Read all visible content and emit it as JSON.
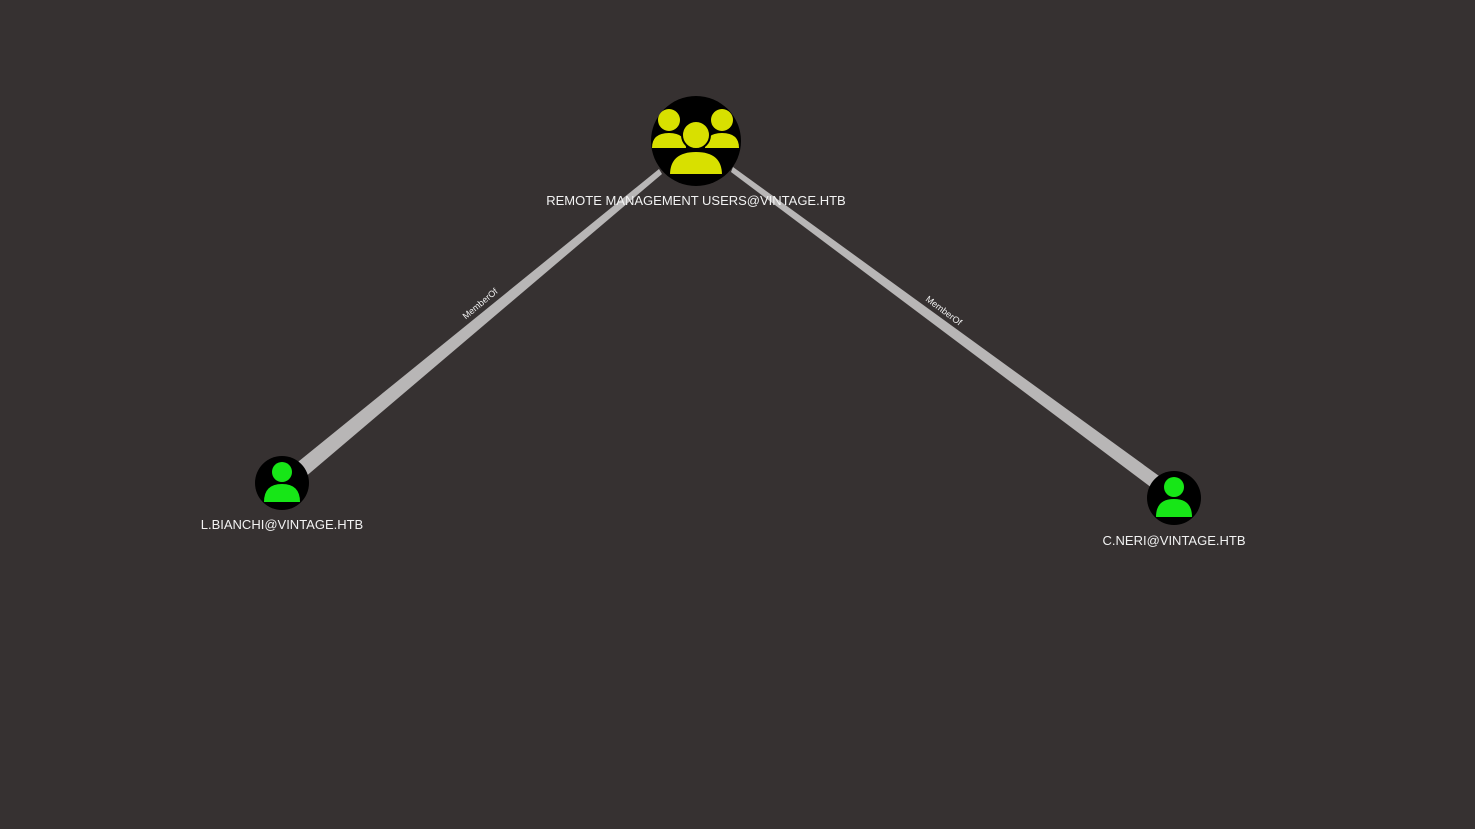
{
  "graph": {
    "nodes": [
      {
        "id": "group",
        "label": "REMOTE MANAGEMENT USERS@VINTAGE.HTB",
        "type": "group",
        "icon": "group-icon",
        "icon_color": "#d8e000"
      },
      {
        "id": "bianchi",
        "label": "L.BIANCHI@VINTAGE.HTB",
        "type": "user",
        "icon": "user-icon",
        "icon_color": "#17e617"
      },
      {
        "id": "neri",
        "label": "C.NERI@VINTAGE.HTB",
        "type": "user",
        "icon": "user-icon",
        "icon_color": "#17e617"
      }
    ],
    "edges": [
      {
        "from": "bianchi",
        "to": "group",
        "label": "MemberOf"
      },
      {
        "from": "neri",
        "to": "group",
        "label": "MemberOf"
      }
    ],
    "colors": {
      "background": "#363131",
      "edge": "#b8b6b6",
      "node_fill": "#000000"
    }
  }
}
